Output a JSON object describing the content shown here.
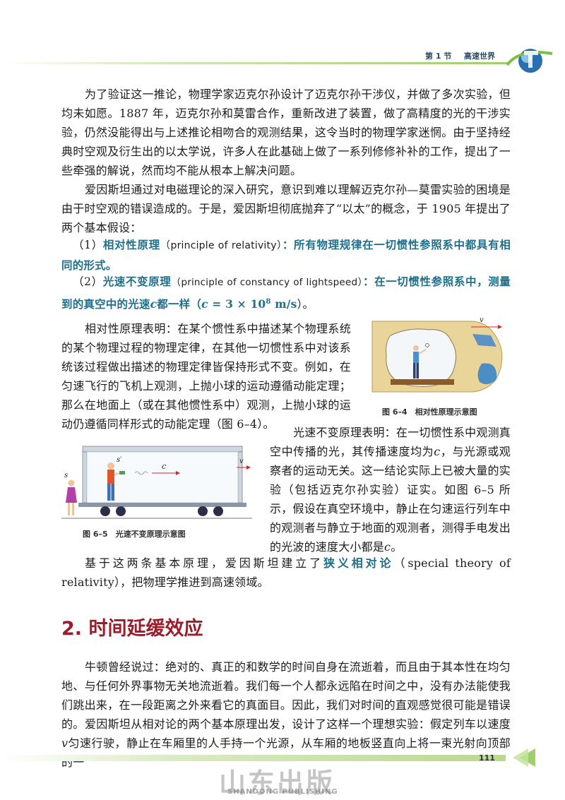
{
  "header": {
    "section": "第 1 节",
    "title": "高速世界"
  },
  "para1": "为了验证这一推论，物理学家迈克尔孙设计了迈克尔孙干涉仪，并做了多次实验，但均未如愿。1887 年，迈克尔孙和莫雷合作，重新改进了装置，做了高精度的光的干涉实验，仍然没能得出与上述推论相吻合的观测结果，这令当时的物理学家迷惘。由于坚持经典时空观及衍生出的以太学说，许多人在此基础上做了一系列修修补补的工作，提出了一些牵强的解说，然而均不能从根本上解决问题。",
  "para2": "爱因斯坦通过对电磁理论的深入研究，意识到难以理解迈克尔孙—莫雷实验的困境是由于时空观的错误造成的。于是，爱因斯坦彻底抛弃了“以太”的概念，于 1905 年提出了两个基本假设：",
  "postulate1": {
    "num": "（1）",
    "term": "相对性原理",
    "en": "（principle of relativity）",
    "text": "：所有物理规律在一切惯性参照系中都具有相同的形式。"
  },
  "postulate2": {
    "num": "（2）",
    "term": "光速不变原理",
    "en": "（principle of constancy of lightspeed）",
    "text": "：在一切惯性参照系中，测量到的真空中的光速",
    "c": "c",
    "text2": "都一样",
    "formula_open": "（",
    "formula_c": "c",
    "formula": " = 3 × 10",
    "formula_exp": "8",
    "formula_unit": " m/s",
    "formula_close": "）。"
  },
  "para3": "相对性原理表明：在某个惯性系中描述某个物理系统的某个物理过程的物理定律，在其他一切惯性系中对该系统该过程做出描述的物理定律皆保持形式不变。例如，在匀速飞行的飞机上观测，上抛小球的运动遵循动能定理；那么在地面上（或在其他惯性系中）观测，上抛小球的运动仍遵循同样形式的动能定理（图 6–4）。",
  "fig64": {
    "caption": "图 6–4　相对性原理示意图",
    "v_label": "v"
  },
  "para4_a": "光速不变原理表明：在一切惯性系中观测真空中传播的光，其传播速度均为",
  "para4_c1": "c",
  "para4_b": "，与光源或观察者的运动无关。这一结论实际上已被大量的实验（包括迈克尔孙实验）证实。如图 6–5 所示，假设在真空环境中，静止在匀速运行列车中的观测者与静立于地面的观测者，测得手电发出的光波的速度大小都是",
  "para4_c2": "c",
  "para4_end": "。",
  "fig65": {
    "caption": "图 6–5　光速不变原理示意图",
    "s_prime": "s′",
    "s": "s",
    "c_label": "c",
    "v_label": "v"
  },
  "para5_a": "基于这两条基本原理，爱因斯坦建立了",
  "para5_term": "狭义相对论",
  "para5_b": "（special theory of relativity），把物理学推进到高速领域。",
  "section2": {
    "title": "2. 时间延缓效应"
  },
  "para6": "牛顿曾经说过：绝对的、真正的和数学的时间自身在流逝着，而且由于其本性在均匀地、与任何外界事物无关地流逝着。我们每一个人都永远陷在时间之中，没有办法能使我们跳出来，在一段距离之外来看它的真面目。因此，我们对时间的直观感觉很可能是错误的。",
  "para7_a": "爱因斯坦从相对论的两个基本原理出发，设计了这样一个理想实验：假定列车以速度",
  "para7_v": "v",
  "para7_b": "匀速行驶，静止在车厢里的人手持一个光源，从车厢的地板竖直向上将一束光射向顶部的一",
  "footer": {
    "page": "111",
    "watermark": "山东出版",
    "watermark_en": "SHANDONG PUBLISHING"
  },
  "colors": {
    "teal": "#1f6f8b",
    "section_red": "#9b1c2b",
    "bar_green": "#b9d98a"
  }
}
